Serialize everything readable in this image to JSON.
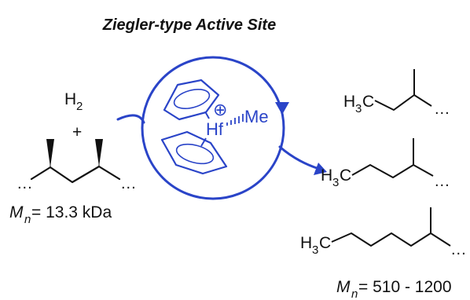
{
  "title": "Ziegler-type Active Site",
  "reactants": {
    "h2": "H",
    "h2_sub": "2",
    "plus": "+",
    "dots_left": "...",
    "dots_right": "...",
    "mn_symbol": "M",
    "mn_subscript": "n",
    "mn_value": " = 13.3 kDa"
  },
  "catalyst": {
    "metal": "Hf",
    "charge": "⊕",
    "ligand": "Me",
    "ring_color": "#2a44c8"
  },
  "products": {
    "formula_h": "H",
    "formula_sub": "3",
    "formula_c": "C",
    "chain_dots": "...",
    "mn_symbol": "M",
    "mn_subscript": "n",
    "mn_value": " = 510 - 1200"
  },
  "icons": {
    "arrow": "curved-arrow-icon",
    "wedge": "wedge-bond-icon"
  },
  "colors": {
    "accent": "#2a44c8",
    "ink": "#111111"
  }
}
